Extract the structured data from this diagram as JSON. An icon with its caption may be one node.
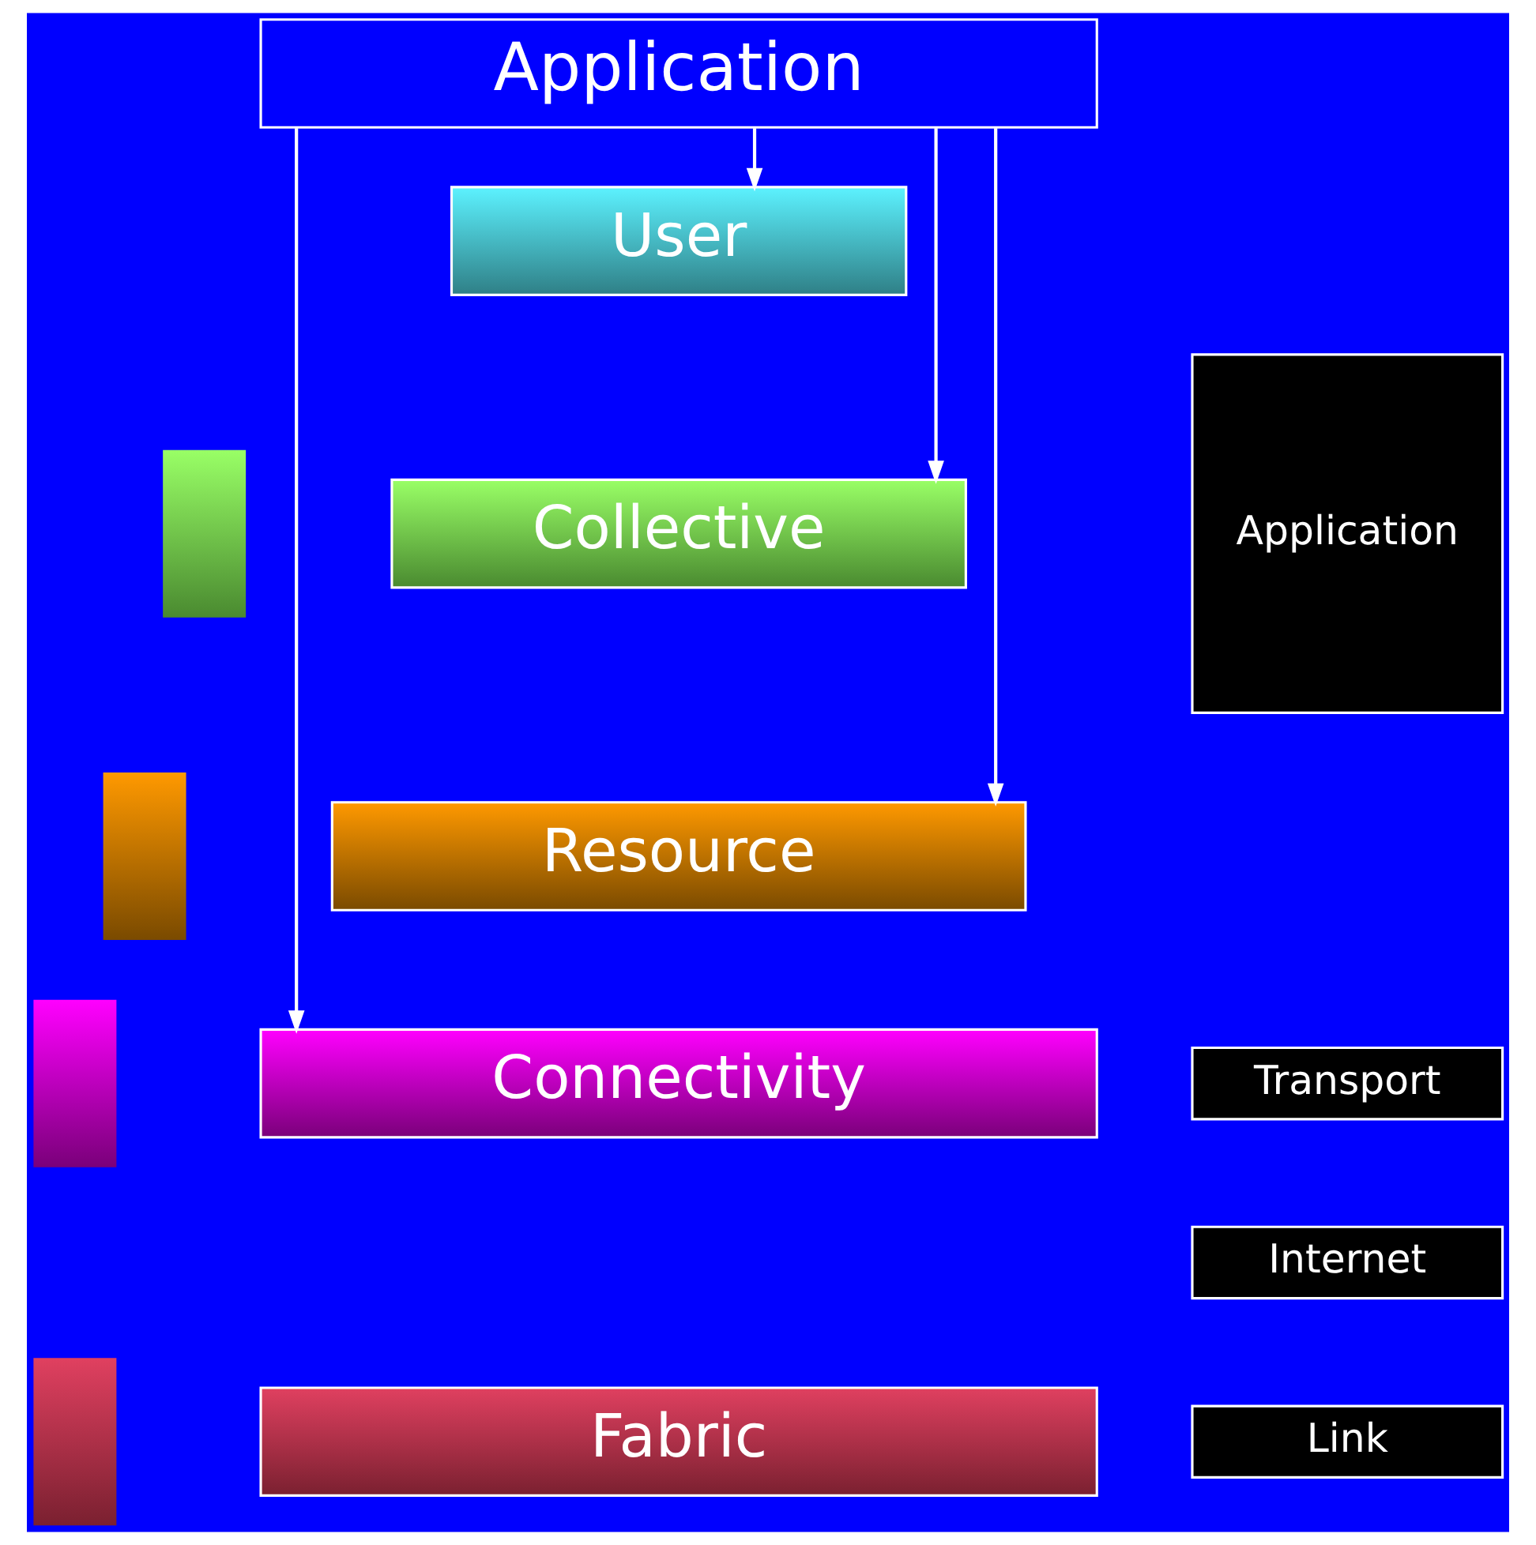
{
  "diagram": {
    "nodes": [
      {
        "text": [
          "Application"
        ]
      },
      {
        "text": [
          "User"
        ]
      },
      {
        "text": [],
        "shape": "bar"
      },
      {
        "text": [
          "Collective"
        ]
      },
      {
        "text": [],
        "shape": "bar"
      },
      {
        "text": [
          "Resource"
        ]
      },
      {
        "text": [],
        "shape": "bar"
      },
      {
        "text": [
          "Connectivity"
        ]
      },
      {
        "text": [],
        "shape": "bar"
      },
      {
        "text": [
          "Fabric"
        ]
      },
      {
        "text": [
          "Application"
        ]
      },
      {
        "text": [
          "Transport"
        ]
      },
      {
        "text": [
          "Internet"
        ]
      },
      {
        "text": [
          "Link"
        ]
      }
    ],
    "edges": [
      {
        "from": 0,
        "to": 1,
        "arrow": "to"
      },
      {
        "from": 0,
        "to": 3,
        "arrow": "to"
      },
      {
        "from": 0,
        "to": 5,
        "arrow": "to"
      },
      {
        "from": 0,
        "to": 7,
        "arrow": "to"
      }
    ]
  }
}
